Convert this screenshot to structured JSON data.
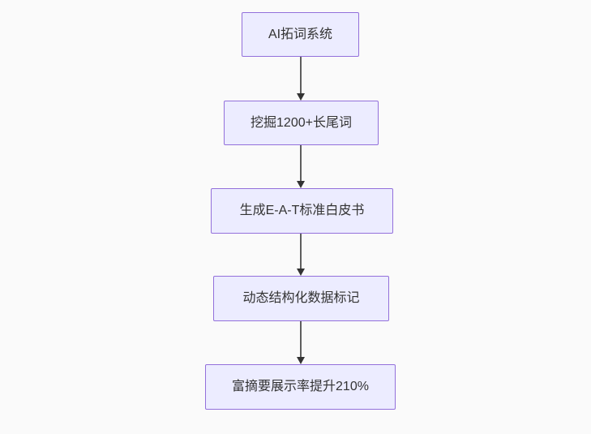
{
  "diagram": {
    "type": "flowchart",
    "direction": "top-down",
    "nodes": [
      {
        "id": "node-1",
        "label": "AI拓词系统"
      },
      {
        "id": "node-2",
        "label": "挖掘1200+长尾词"
      },
      {
        "id": "node-3",
        "label": "生成E-A-T标准白皮书"
      },
      {
        "id": "node-4",
        "label": "动态结构化数据标记"
      },
      {
        "id": "node-5",
        "label": "富摘要展示率提升210%"
      }
    ],
    "edges": [
      {
        "from": "node-1",
        "to": "node-2"
      },
      {
        "from": "node-2",
        "to": "node-3"
      },
      {
        "from": "node-3",
        "to": "node-4"
      },
      {
        "from": "node-4",
        "to": "node-5"
      }
    ],
    "colors": {
      "background": "#fafafa",
      "node_fill": "#ececff",
      "node_border": "#9370db",
      "text": "#333333",
      "arrow_line": "#5e5e5e",
      "arrow_head": "#333333"
    }
  }
}
